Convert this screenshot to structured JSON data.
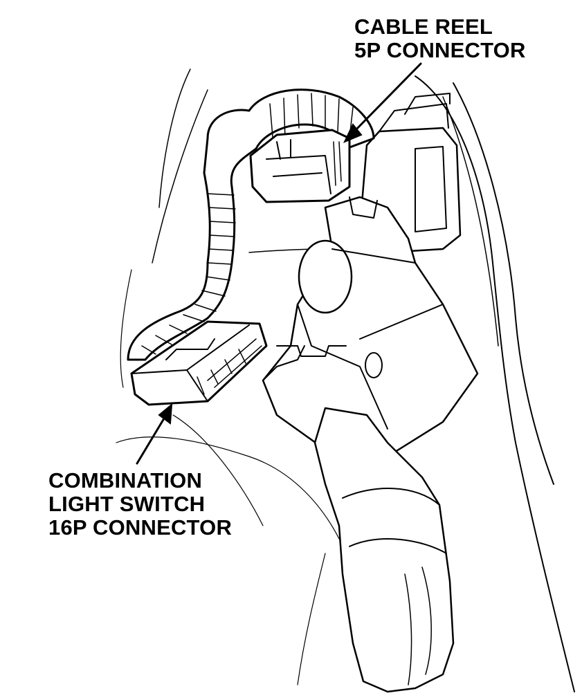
{
  "callouts": {
    "cable_reel": {
      "line1": "CABLE REEL",
      "line2": "5P CONNECTOR"
    },
    "combination_switch": {
      "line1": "COMBINATION",
      "line2": "LIGHT SWITCH",
      "line3": "16P CONNECTOR"
    }
  },
  "colors": {
    "ink": "#000000",
    "paper": "#ffffff"
  }
}
